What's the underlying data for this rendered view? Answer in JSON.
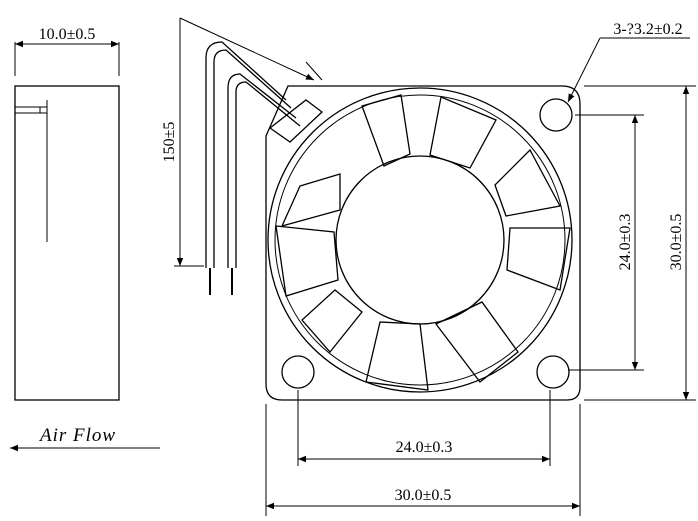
{
  "side_view": {
    "thickness_label": "10.0±0.5"
  },
  "front_view": {
    "hole_label": "3-?3.2±0.2",
    "lead_length_label": "150±5",
    "hole_spacing_vertical_label": "24.0±0.3",
    "frame_height_label": "30.0±0.5",
    "hole_spacing_horizontal_label": "24.0±0.3",
    "frame_width_label": "30.0±0.5"
  },
  "airflow": {
    "label": "Air  Flow"
  }
}
